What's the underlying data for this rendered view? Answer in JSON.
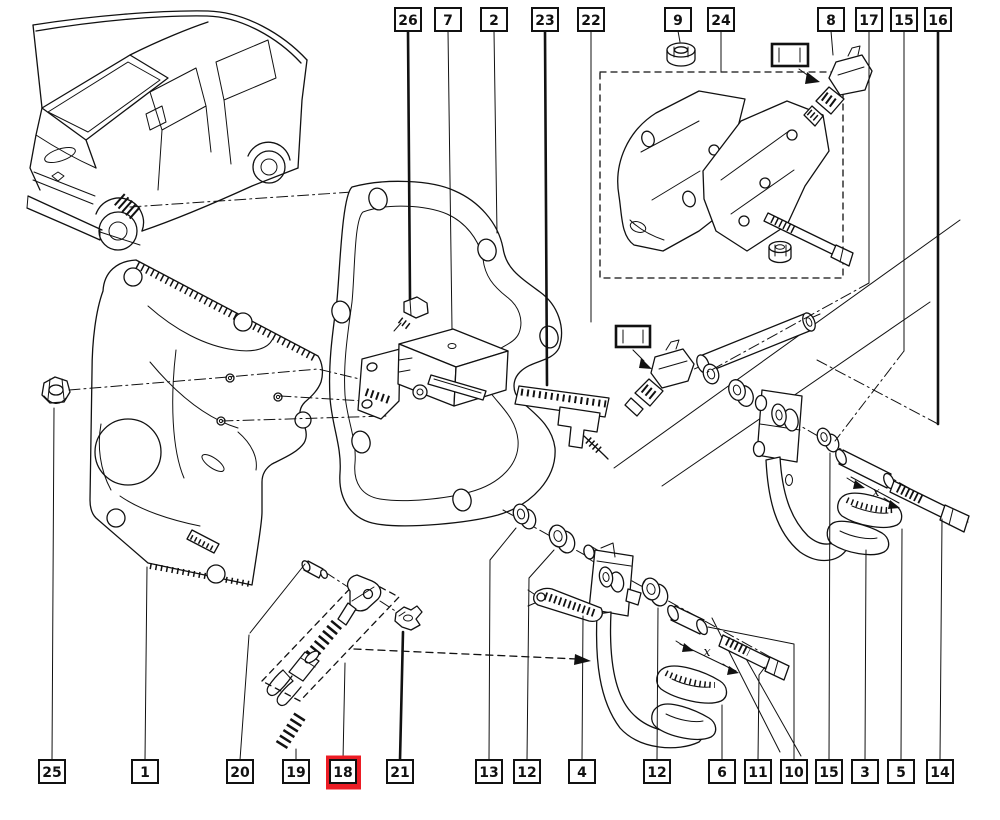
{
  "diagram": {
    "style": "exploded-parts-line-drawing",
    "vehicle_thumbnail": "van-front-three-quarter",
    "highlighted_callout": "18",
    "colors": {
      "background": "#ffffff",
      "line": "#111111",
      "highlight_red": "#ec1c24",
      "box_fill": "#ffffff"
    },
    "annotations": {
      "x_marker": "x"
    },
    "callouts": {
      "top": [
        {
          "label": "26"
        },
        {
          "label": "7"
        },
        {
          "label": "2"
        },
        {
          "label": "23"
        },
        {
          "label": "22"
        },
        {
          "label": "9"
        },
        {
          "label": "24"
        },
        {
          "label": "8"
        },
        {
          "label": "17"
        },
        {
          "label": "15"
        },
        {
          "label": "16"
        }
      ],
      "bottom": [
        {
          "label": "25"
        },
        {
          "label": "1"
        },
        {
          "label": "20"
        },
        {
          "label": "19"
        },
        {
          "label": "18",
          "highlighted": true
        },
        {
          "label": "21"
        },
        {
          "label": "13"
        },
        {
          "label": "12"
        },
        {
          "label": "4"
        },
        {
          "label": "12"
        },
        {
          "label": "6"
        },
        {
          "label": "11"
        },
        {
          "label": "10"
        },
        {
          "label": "15"
        },
        {
          "label": "3"
        },
        {
          "label": "5"
        },
        {
          "label": "14"
        }
      ]
    }
  }
}
